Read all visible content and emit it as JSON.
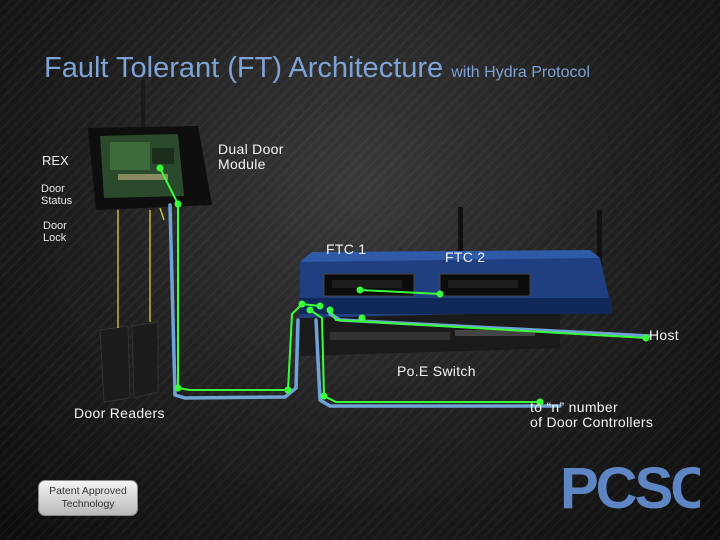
{
  "title": {
    "main": "Fault Tolerant (FT) Architecture",
    "sub": "with Hydra Protocol"
  },
  "labels": {
    "rex": "REX",
    "door_status_1": "Door",
    "door_status_2": "Status",
    "door_lock_1": "Door",
    "door_lock_2": "Lock",
    "dual_door_1": "Dual Door",
    "dual_door_2": "Module",
    "ftc1": "FTC 1",
    "ftc2": "FTC 2",
    "host": "Host",
    "poe_switch": "Po.E Switch",
    "door_readers": "Door Readers",
    "to_n_1": "to “n” number",
    "to_n_2": "of Door Controllers"
  },
  "badge": {
    "line1": "Patent Approved",
    "line2": "Technology"
  },
  "logo": {
    "text": "PCSC"
  },
  "colors": {
    "title": "#7ea3d6",
    "green_link": "#39ff3a",
    "blue_cable": "#6fa3d8",
    "yellow_wire": "#d6d24a"
  }
}
